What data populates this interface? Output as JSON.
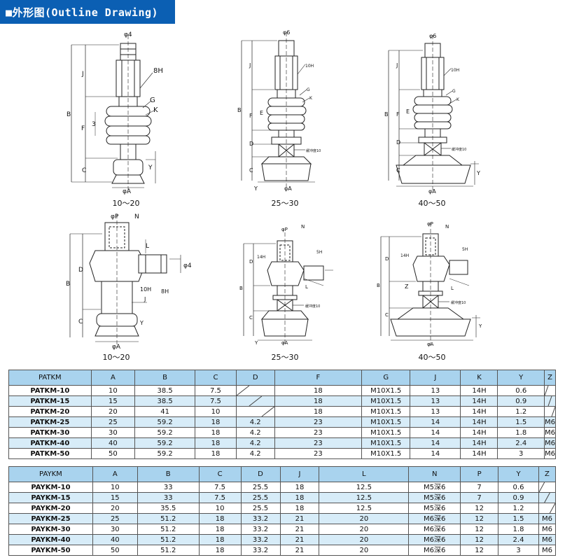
{
  "title": "■外形图(Outline Drawing)",
  "captions": {
    "top_left": "10～20",
    "top_mid": "25～30",
    "top_right": "40～50",
    "bot_left": "10～20",
    "bot_mid": "25～30",
    "bot_right": "40～50"
  },
  "drawing_labels": {
    "phi4": "φ4",
    "phi6": "φ6",
    "phiA": "φA",
    "phiP": "φP",
    "J": "J",
    "B": "B",
    "F": "F",
    "C": "C",
    "D": "D",
    "Y": "Y",
    "L": "L",
    "N": "N",
    "Z": "Z",
    "E": "E",
    "G": "G",
    "K": "K",
    "h8": "8H",
    "h10": "10H",
    "h14": "14H",
    "h5": "5H",
    "h3": "3",
    "dim_zh": "缓冲度10"
  },
  "patkm_table": {
    "headers": [
      "PATKM",
      "A",
      "B",
      "C",
      "D",
      "F",
      "G",
      "J",
      "K",
      "Y",
      "Z"
    ],
    "rows": [
      [
        "PATKM-10",
        "10",
        "38.5",
        "7.5",
        "",
        "18",
        "M10X1.5",
        "13",
        "14H",
        "0.6",
        ""
      ],
      [
        "PATKM-15",
        "15",
        "38.5",
        "7.5",
        "",
        "18",
        "M10X1.5",
        "13",
        "14H",
        "0.9",
        ""
      ],
      [
        "PATKM-20",
        "20",
        "41",
        "10",
        "",
        "18",
        "M10X1.5",
        "13",
        "14H",
        "1.2",
        ""
      ],
      [
        "PATKM-25",
        "25",
        "59.2",
        "18",
        "4.2",
        "23",
        "M10X1.5",
        "14",
        "14H",
        "1.5",
        "M6"
      ],
      [
        "PATKM-30",
        "30",
        "59.2",
        "18",
        "4.2",
        "23",
        "M10X1.5",
        "14",
        "14H",
        "1.8",
        "M6"
      ],
      [
        "PATKM-40",
        "40",
        "59.2",
        "18",
        "4.2",
        "23",
        "M10X1.5",
        "14",
        "14H",
        "2.4",
        "M6"
      ],
      [
        "PATKM-50",
        "50",
        "59.2",
        "18",
        "4.2",
        "23",
        "M10X1.5",
        "14",
        "14H",
        "3",
        "M6"
      ]
    ]
  },
  "paykm_table": {
    "headers": [
      "PAYKM",
      "A",
      "B",
      "C",
      "D",
      "J",
      "L",
      "N",
      "P",
      "Y",
      "Z"
    ],
    "rows": [
      [
        "PAYKM-10",
        "10",
        "33",
        "7.5",
        "25.5",
        "18",
        "12.5",
        "M5深6",
        "7",
        "0.6",
        ""
      ],
      [
        "PAYKM-15",
        "15",
        "33",
        "7.5",
        "25.5",
        "18",
        "12.5",
        "M5深6",
        "7",
        "0.9",
        ""
      ],
      [
        "PAYKM-20",
        "20",
        "35.5",
        "10",
        "25.5",
        "18",
        "12.5",
        "M5深6",
        "12",
        "1.2",
        ""
      ],
      [
        "PAYKM-25",
        "25",
        "51.2",
        "18",
        "33.2",
        "21",
        "20",
        "M6深6",
        "12",
        "1.5",
        "M6"
      ],
      [
        "PAYKM-30",
        "30",
        "51.2",
        "18",
        "33.2",
        "21",
        "20",
        "M6深6",
        "12",
        "1.8",
        "M6"
      ],
      [
        "PAYKM-40",
        "40",
        "51.2",
        "18",
        "33.2",
        "21",
        "20",
        "M6深6",
        "12",
        "2.4",
        "M6"
      ],
      [
        "PAYKM-50",
        "50",
        "51.2",
        "18",
        "33.2",
        "21",
        "20",
        "M6深6",
        "12",
        "3",
        "M6"
      ]
    ]
  },
  "colors": {
    "title_bg": "#0b5fb3",
    "header_bg": "#a9d3ee",
    "row_alt": "#d7ecf8"
  }
}
